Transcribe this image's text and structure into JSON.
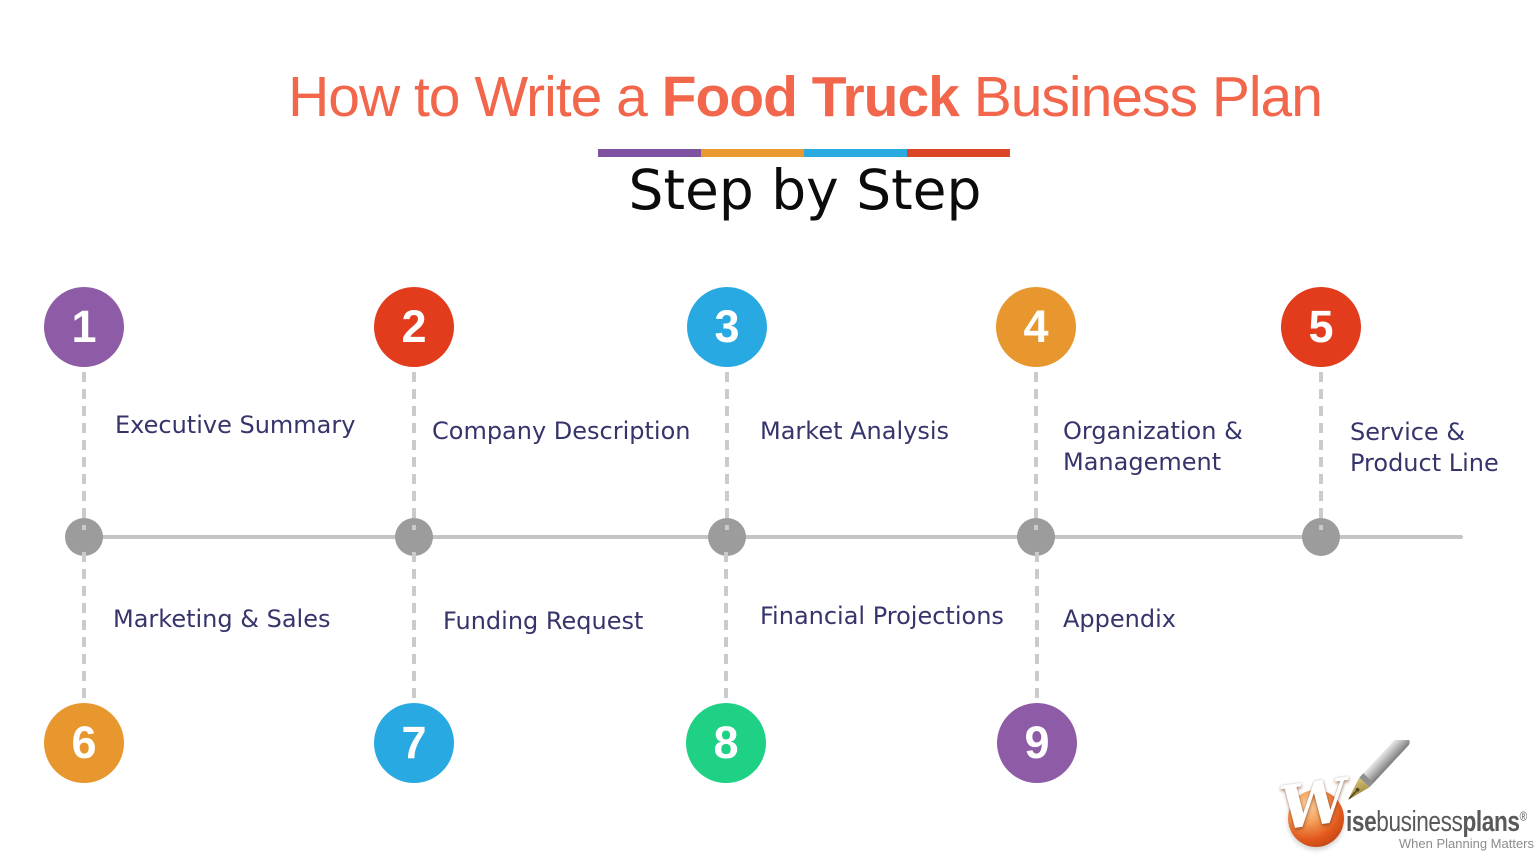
{
  "header": {
    "title_prefix": "How to Write a ",
    "title_highlight": "Food Truck",
    "title_suffix": " Business Plan",
    "subtitle": "Step by Step"
  },
  "divider_colors": [
    "#7C52A1",
    "#E8992F",
    "#2BAAE2",
    "#DC4426"
  ],
  "colors": {
    "title": "#F2664B",
    "label": "#36356B",
    "timeline": "#C4C4C4",
    "dot": "#9C9C9C",
    "dash": "#CBCBCB",
    "logo-sphere": "#E2571B",
    "logo-text": "#58595B",
    "logo-tagline": "#8A8C8E"
  },
  "steps": [
    {
      "number": "1",
      "line1": "Executive Summary",
      "line2": "",
      "color": "#8E5BA6",
      "row": "top"
    },
    {
      "number": "2",
      "line1": "Company Description",
      "line2": "",
      "color": "#E23C1D",
      "row": "top"
    },
    {
      "number": "3",
      "line1": "Market Analysis",
      "line2": "",
      "color": "#29A9E1",
      "row": "top"
    },
    {
      "number": "4",
      "line1": "Organization &",
      "line2": "Management",
      "color": "#E8962E",
      "row": "top"
    },
    {
      "number": "5",
      "line1": "Service &",
      "line2": "Product Line",
      "color": "#E23C1D",
      "row": "top"
    },
    {
      "number": "6",
      "line1": "Marketing & Sales",
      "line2": "",
      "color": "#E8962E",
      "row": "bottom"
    },
    {
      "number": "7",
      "line1": "Funding Request",
      "line2": "",
      "color": "#29A9E1",
      "row": "bottom"
    },
    {
      "number": "8",
      "line1": "Financial Projections",
      "line2": "",
      "color": "#1FD185",
      "row": "bottom"
    },
    {
      "number": "9",
      "line1": "Appendix",
      "line2": "",
      "color": "#8E5BA6",
      "row": "bottom"
    }
  ],
  "logo": {
    "monogram": "W",
    "part_bold1": "ise",
    "part_regular": "business",
    "part_bold2": "plans",
    "registered": "®",
    "tagline": "When Planning Matters"
  }
}
